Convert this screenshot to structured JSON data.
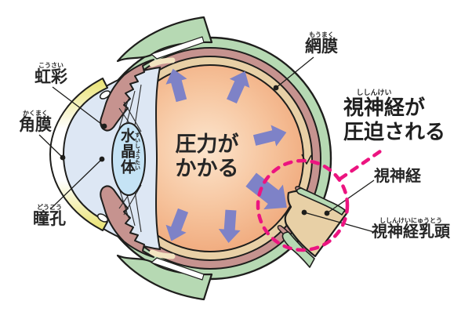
{
  "diagram": {
    "title_implicit": "eye cross-section pressure diagram",
    "labels": {
      "iris": {
        "text": "虹彩",
        "furigana": "こうさい"
      },
      "cornea": {
        "text": "角膜",
        "furigana": "かくまく"
      },
      "pupil": {
        "text": "瞳孔",
        "furigana": "どうこう"
      },
      "lens": {
        "text": "水晶体",
        "furigana": "すいしょうたい"
      },
      "retina": {
        "text": "網膜",
        "furigana": "もうまく"
      },
      "optic_nerve": {
        "text": "視神経"
      },
      "optic_disc": {
        "text": "視神経乳頭",
        "furigana": "ししんけいにゅうとう"
      }
    },
    "annotations": {
      "pressure": {
        "line1": "圧力が",
        "line2": "かかる"
      },
      "headline": {
        "ruby_base": "視神経",
        "ruby_text": "ししんけい",
        "suffix": "が",
        "line2": "圧迫される"
      }
    },
    "icons": {
      "pressure_arrows_small": 5,
      "pressure_arrow_big": 1,
      "highlight_dashed_circle": 1
    },
    "colors": {
      "sclera_green": "#b6d9b3",
      "choroid_rose": "#c6938f",
      "retina_tan": "#e8d0a6",
      "vitreous_center": "#fce5cd",
      "vitreous_edge": "#efa577",
      "chamber_blue": "#dde7f4",
      "lens_blue": "#c5e3f5",
      "cornea_yellow": "#ece573",
      "arrow_blue": "#7e82c7",
      "highlight_pink": "#ec1480",
      "outline_black": "#1e1e1c",
      "background": "#ffffff"
    }
  }
}
